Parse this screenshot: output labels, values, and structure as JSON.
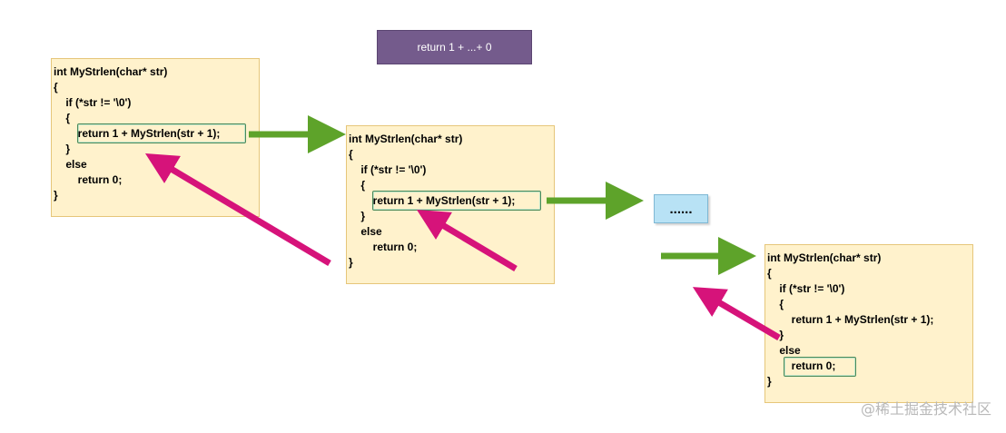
{
  "title_box": {
    "text": "return 1 + ...+ 0"
  },
  "ellipsis_box": {
    "text": "......"
  },
  "frames": [
    {
      "lines": [
        "int MyStrlen(char* str)",
        "{",
        "    if (*str != '\\0')",
        "    {",
        "        return 1 + MyStrlen(str + 1);",
        "    }",
        "    else",
        "        return 0;",
        "}"
      ]
    },
    {
      "lines": [
        "int MyStrlen(char* str)",
        "{",
        "    if (*str != '\\0')",
        "    {",
        "        return 1 + MyStrlen(str + 1);",
        "    }",
        "    else",
        "        return 0;",
        "}"
      ]
    },
    {
      "lines": [
        "int MyStrlen(char* str)",
        "{",
        "    if (*str != '\\0')",
        "    {",
        "        return 1 + MyStrlen(str + 1);",
        "    }",
        "    else",
        "        return 0;",
        "}"
      ]
    }
  ],
  "watermark": {
    "text": "@稀土掘金技术社区"
  },
  "colors": {
    "call_arrow": "#5ea32a",
    "return_arrow": "#d6137a",
    "code_box_fill": "#fff2cc",
    "title_box_fill": "#745b8c",
    "ellipsis_box_fill": "#b8e2f5"
  }
}
